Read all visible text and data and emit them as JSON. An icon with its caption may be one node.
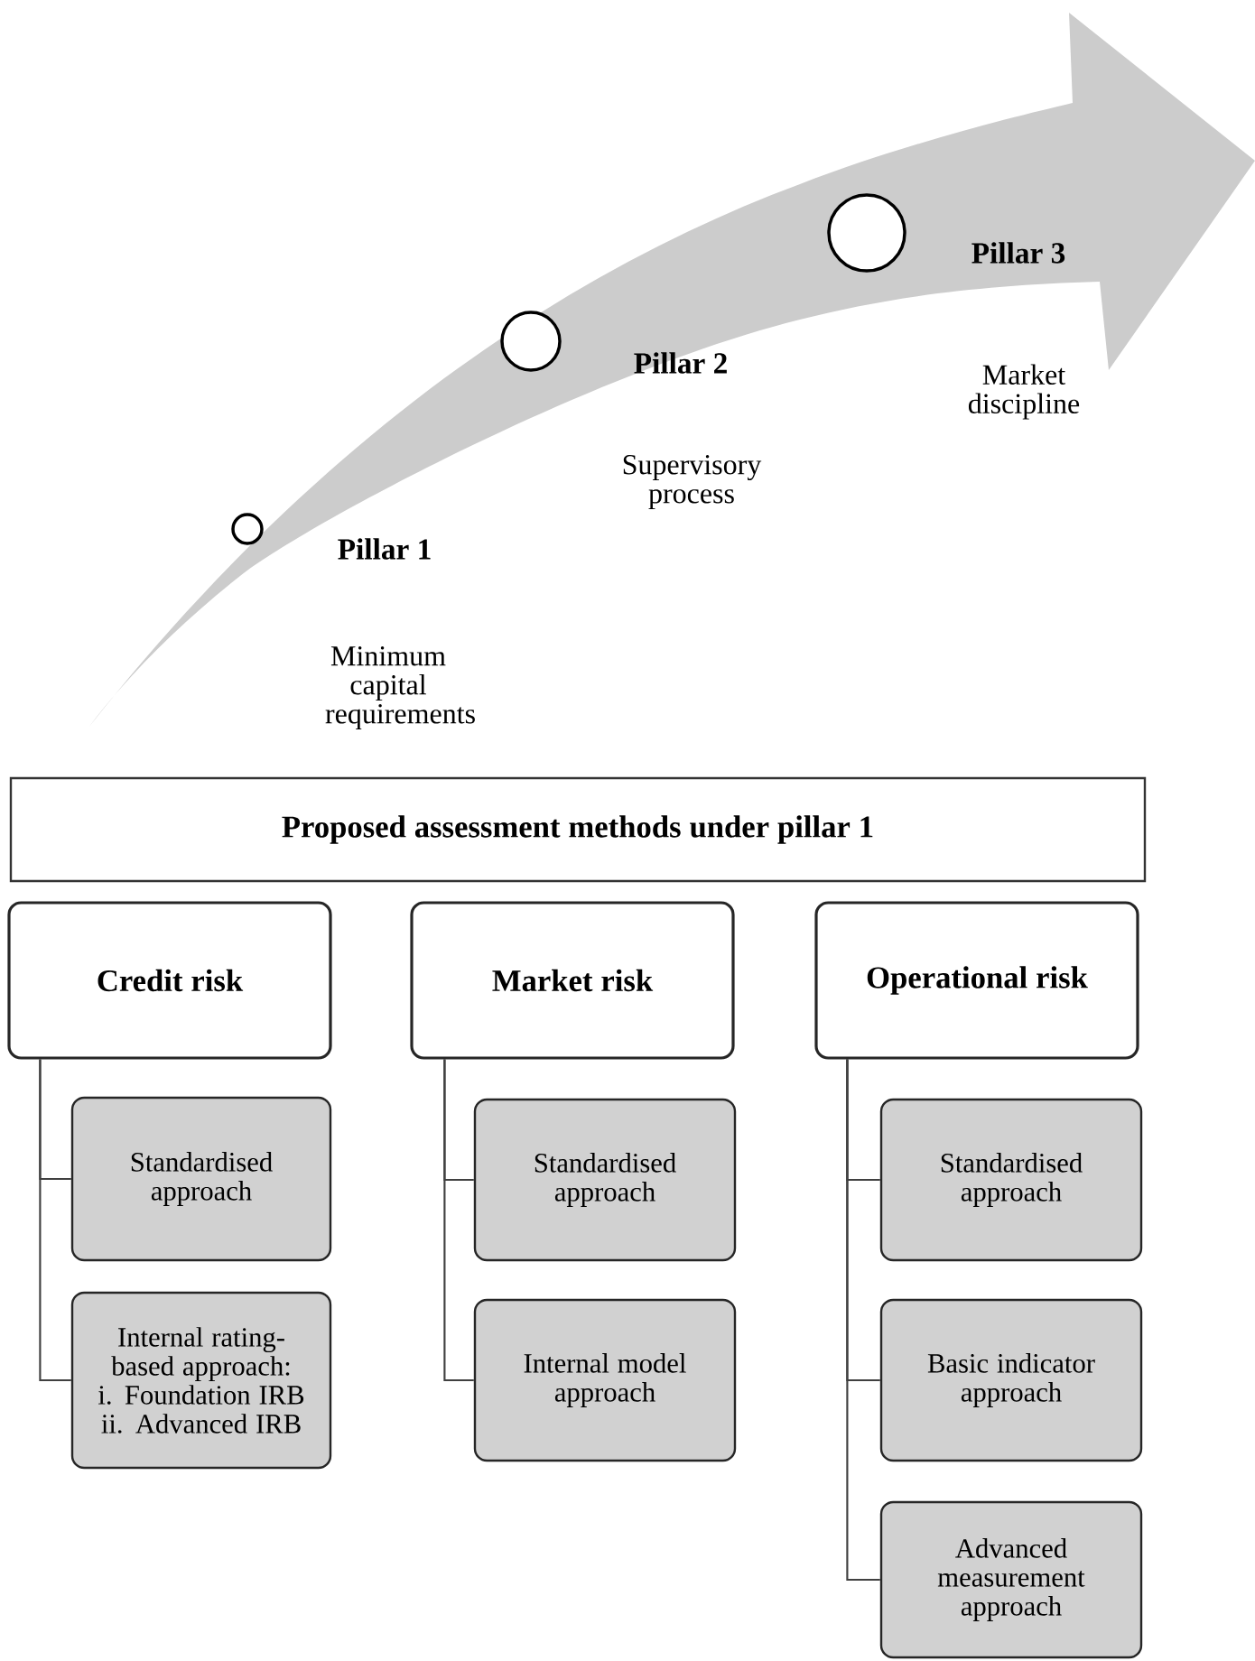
{
  "diagram": {
    "nodes": [
      {
        "text": [
          "Proposed assessment methods under pillar 1"
        ]
      },
      {
        "text": [
          "Credit risk"
        ]
      },
      {
        "text": [
          "Market risk"
        ]
      },
      {
        "text": [
          "Operational risk"
        ]
      },
      {
        "text": [
          "Standardised approach"
        ]
      },
      {
        "text": [
          "Internal rating-based approach: i. Foundation IRB ii. Advanced IRB"
        ]
      },
      {
        "text": [
          "Standardised approach"
        ]
      },
      {
        "text": [
          "Internal model approach"
        ]
      },
      {
        "text": [
          "Standardised approach"
        ]
      },
      {
        "text": [
          "Basic indicator approach"
        ]
      },
      {
        "text": [
          "Advanced measurement approach"
        ]
      }
    ],
    "edges": [
      {
        "from": 1,
        "to": 4,
        "arrow": "none"
      },
      {
        "from": 1,
        "to": 5,
        "arrow": "none"
      },
      {
        "from": 2,
        "to": 6,
        "arrow": "none"
      },
      {
        "from": 2,
        "to": 7,
        "arrow": "none"
      },
      {
        "from": 3,
        "to": 8,
        "arrow": "none"
      },
      {
        "from": 3,
        "to": 9,
        "arrow": "none"
      },
      {
        "from": 3,
        "to": 10,
        "arrow": "none"
      }
    ],
    "labels": [
      "Pillar 3",
      "Market discipline",
      "Pillar 2",
      "Supervisory process",
      "Pillar 1",
      "Minimum capital requirements"
    ]
  }
}
